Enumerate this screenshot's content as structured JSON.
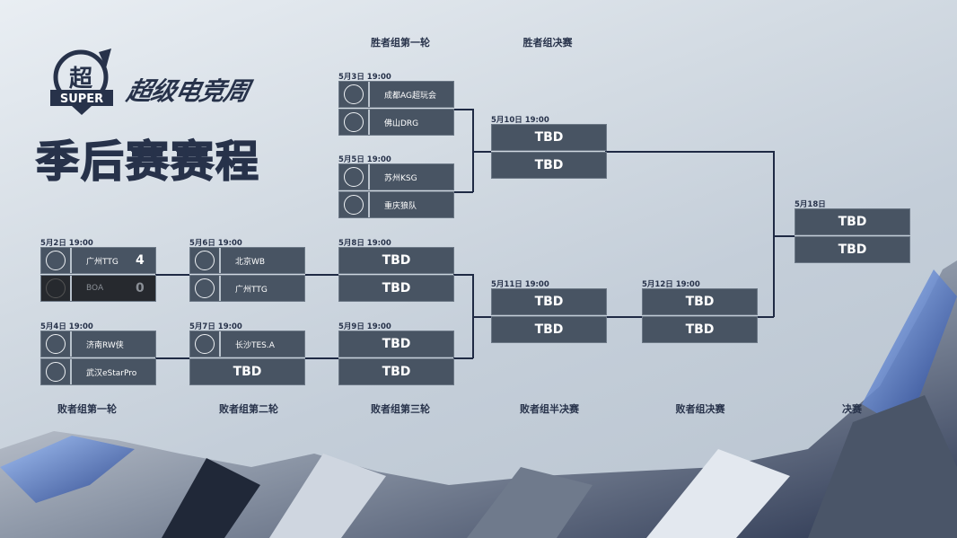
{
  "header": {
    "brand": "超级电竞周",
    "logo_text": "超 SUPER",
    "title": "季后赛赛程"
  },
  "stage_labels": {
    "upper_r1": "胜者组第一轮",
    "upper_final": "胜者组决赛",
    "lower_r1": "败者组第一轮",
    "lower_r2": "败者组第二轮",
    "lower_r3": "败者组第三轮",
    "lower_semi": "败者组半决赛",
    "lower_final": "败者组决赛",
    "grand_final": "决赛"
  },
  "matches": [
    {
      "id": "lr1a",
      "date": "5月2日 19:00",
      "teams": [
        {
          "name": "广州TTG",
          "score": "4"
        },
        {
          "name": "BOA",
          "score": "0",
          "eliminated": true
        }
      ]
    },
    {
      "id": "lr1b",
      "date": "5月4日 19:00",
      "teams": [
        {
          "name": "济南RW侠"
        },
        {
          "name": "武汉eStarPro"
        }
      ]
    },
    {
      "id": "lr2a",
      "date": "5月6日 19:00",
      "teams": [
        {
          "name": "北京WB"
        },
        {
          "name": "广州TTG"
        }
      ]
    },
    {
      "id": "lr2b",
      "date": "5月7日 19:00",
      "teams": [
        {
          "name": "长沙TES.A"
        },
        {
          "name": "TBD"
        }
      ]
    },
    {
      "id": "ur1a",
      "date": "5月3日 19:00",
      "teams": [
        {
          "name": "成都AG超玩会"
        },
        {
          "name": "佛山DRG"
        }
      ]
    },
    {
      "id": "ur1b",
      "date": "5月5日 19:00",
      "teams": [
        {
          "name": "苏州KSG"
        },
        {
          "name": "重庆狼队"
        }
      ]
    },
    {
      "id": "lr3a",
      "date": "5月8日 19:00",
      "teams": [
        {
          "name": "TBD"
        },
        {
          "name": "TBD"
        }
      ]
    },
    {
      "id": "lr3b",
      "date": "5月9日 19:00",
      "teams": [
        {
          "name": "TBD"
        },
        {
          "name": "TBD"
        }
      ]
    },
    {
      "id": "uf",
      "date": "5月10日 19:00",
      "teams": [
        {
          "name": "TBD"
        },
        {
          "name": "TBD"
        }
      ]
    },
    {
      "id": "ls",
      "date": "5月11日 19:00",
      "teams": [
        {
          "name": "TBD"
        },
        {
          "name": "TBD"
        }
      ]
    },
    {
      "id": "lf",
      "date": "5月12日 19:00",
      "teams": [
        {
          "name": "TBD"
        },
        {
          "name": "TBD"
        }
      ]
    },
    {
      "id": "gf",
      "date": "5月18日",
      "teams": [
        {
          "name": "TBD"
        },
        {
          "name": "TBD"
        }
      ]
    }
  ]
}
